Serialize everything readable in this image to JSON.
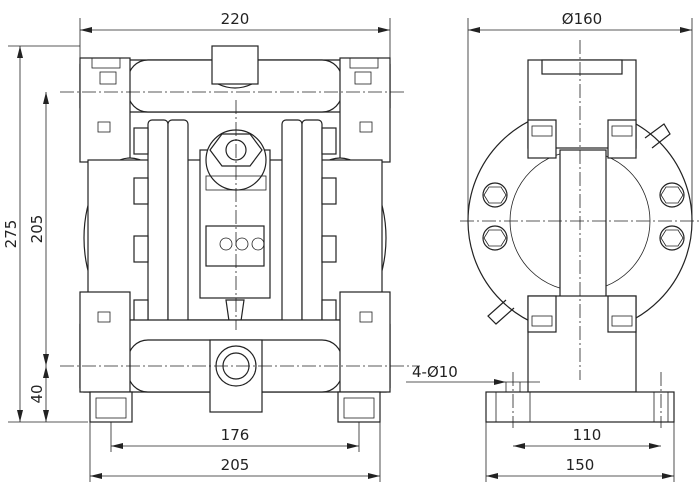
{
  "title": "",
  "dimensions": {
    "overall_width": "220",
    "overall_height": "275",
    "port_centers": "205",
    "base_height": "40",
    "foot_holes_inner": "176",
    "foot_width": "205",
    "diaphragm_diameter": "Ø160",
    "mounting_holes": "4-Ø10",
    "side_holes_span": "110",
    "side_base_width": "150"
  },
  "colors": {
    "line": "#222222",
    "background": "#ffffff"
  }
}
